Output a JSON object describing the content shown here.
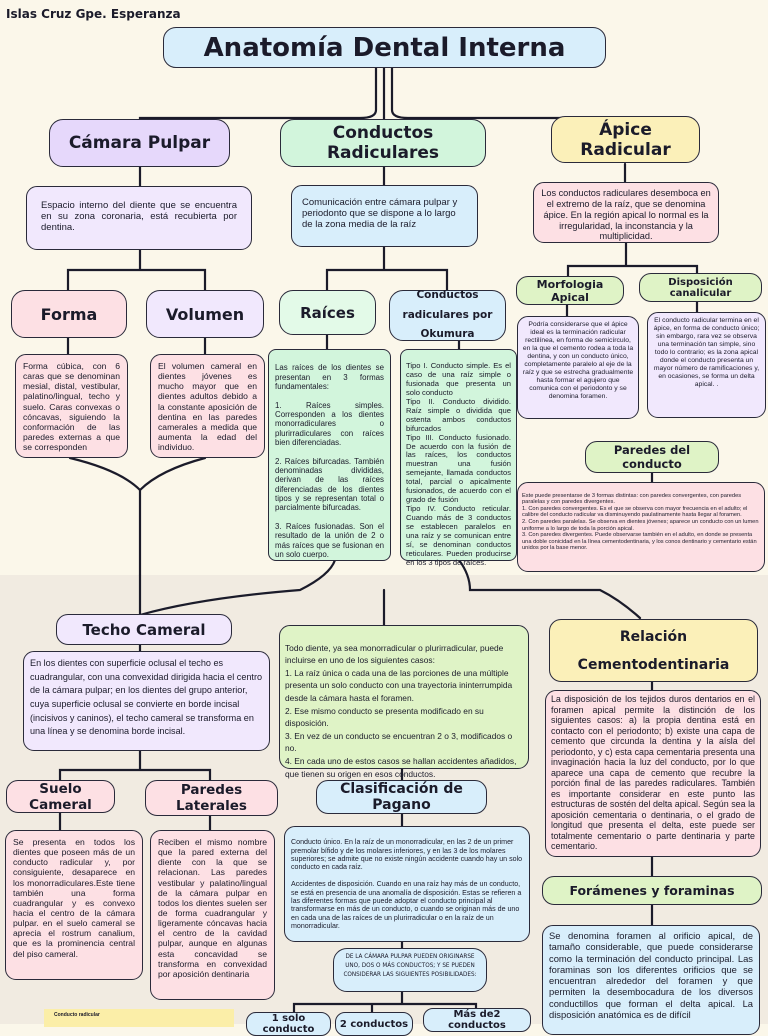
{
  "author": "Islas Cruz Gpe. Esperanza",
  "title": "Anatomía Dental Interna",
  "camara": {
    "title": "Cámara Pulpar",
    "desc": "Espacio interno del diente que se encuentra en su zona coronaria, está recubierta por dentina.",
    "forma": {
      "title": "Forma",
      "text": "Forma cúbica, con 6 caras que se denominan mesial, distal, vestibular, palatino/lingual, techo y suelo. Caras convexas o cóncavas, siguiendo la conformación de las paredes externas a que se corresponden"
    },
    "volumen": {
      "title": "Volumen",
      "text": "El volumen cameral en dientes jóvenes es mucho mayor que en dientes adultos debido a la constante aposición de dentina en las paredes camerales a medida que aumenta la edad del individuo."
    }
  },
  "conductos": {
    "title": "Conductos Radiculares",
    "desc": "Comunicación entre cámara pulpar y periodonto que se dispone a lo largo de la zona media de la raíz",
    "raices": {
      "title": "Raíces",
      "text": "Las raíces de los dientes se presentan en 3 formas fundamentales:\n\n1. Raíces simples. Corresponden a los dientes monorradiculares o plurirradiculares con raíces bien diferenciadas.\n\n2. Raíces bifurcadas. También denominadas divididas, derivan de las raíces diferenciadas de los dientes tipos y se representan total o parcialmente bifurcadas.\n\n3. Raíces fusionadas. Son el resultado de la unión de 2 o más raíces que se fusionan en un solo cuerpo."
    },
    "okumura": {
      "title": "Conductos radiculares por Okumura",
      "text": "Tipo I. Conducto simple. Es el caso de una raíz simple o fusionada que presenta un solo conducto\nTipo II. Conducto dividido. Raíz simple o dividida que ostenta ambos conductos bifurcados\nTipo III. Conducto fusionado. De acuerdo con la fusión de las raíces, los conductos muestran una fusión semejante, llamada conductos total, parcial o apicalmente fusionados, de acuerdo con el grado de fusión\nTipo IV. Conducto reticular. Cuando más de 3 conductos se establecen paralelos en una raíz y se comunican entre sí, se denominan conductos reticulares. Pueden producirse en los 3 tipos de raíces."
    }
  },
  "apice": {
    "title": "Ápice Radicular",
    "desc": "Los conductos radiculares desemboca en el extremo de la raíz, que se denomina ápice. En la región apical lo normal es la irregularidad, la inconstancia y la multiplicidad.",
    "morfologia": {
      "title": "Morfologia Apical",
      "text": "Podría considerarse que el ápice ideal es la terminación radicular rectilínea, en forma de semicírculo, en la que el cemento rodea a toda la dentina, y con un conducto único, completamente paralelo al eje de la raíz y que se estrecha gradualmente hasta formar el agujero que comunica con el periodonto y se denomina foramen."
    },
    "canalicular": {
      "title": "Disposición canalicular",
      "text": "El conducto radicular termina en el ápice, en forma de conducto único; sin embargo, rara vez se observa una terminación tan simple, sino todo lo contrario; es la zona apical donde el conducto presenta un mayor número de ramificaciones y, en ocasiones, se forma un delta apical. ."
    },
    "paredes": {
      "title": "Paredes del conducto",
      "text": "Este puede presentarse de 3 formas distintas: con paredes convergentes, con paredes paralelas y con paredes divergentes.\n1. Con paredes convergentes. Es el que se observa con mayor frecuencia en el adulto; el calibre del conducto radicular va disminuyendo paulatinamente hasta llegar al foramen.\n2. Con paredes paralelas. Se observa en dientes jóvenes; aparece un conducto con un lumen uniforme a lo largo de toda la porción apical.\n3. Con paredes divergentes. Puede observarse también en el adulto, en donde se presenta una doble conicidad en la línea cementodentinaria, y los conos dentinario y cementario están unidos por la base menor."
    }
  },
  "techo": {
    "title": "Techo Cameral",
    "text": "En los dientes con superficie oclusal el techo es cuadrangular, con una convexidad dirigida hacia el centro de la cámara pulpar; en los dientes del grupo anterior, cuya superficie oclusal se convierte en borde incisal (incisivos y caninos), el techo cameral se transforma en una línea y se denomina borde incisal."
  },
  "suelo": {
    "title": "Suelo Cameral",
    "text": "Se presenta en todos los dientes que poseen más de un conducto radicular y, por consiguiente, desaparece en los monorradiculares.Este tiene también una forma cuadrangular y es convexo hacia el centro de la cámara pulpar. en el suelo cameral se aprecia el rostrum canalium, que es la prominencia central del piso cameral."
  },
  "laterales": {
    "title": "Paredes Laterales",
    "text": "Reciben el mismo nombre que la pared externa del diente con la que se relacionan. Las paredes vestibular y palatino/lingual de la cámara pulpar en todos los dientes suelen ser de forma cuadrangular y ligeramente cóncavas hacia el centro de la cavidad pulpar, aunque en algunas esta concavidad se transforma en convexidad por aposición dentinaria"
  },
  "casos": {
    "text": "Todo diente, ya sea monorradicular o plurirradicular, puede incluirse en uno de los siguientes casos:\n1. La raíz única o cada una de las porciones de una múltiple presenta un solo conducto con una trayectoria ininterrumpida desde la cámara hasta el foramen.\n2. Ese mismo conducto se presenta modificado en su disposición.\n3. En vez de un conducto se encuentran 2 o 3, modificados o no.\n4. En cada uno de estos casos se hallan accidentes añadidos, que tienen su origen en esos conductos."
  },
  "pagano": {
    "title": "Clasificación de Pagano",
    "text": "Conducto único. En la raíz de un monorradicular, en las 2 de un primer premolar bífido y de los molares inferiores, y en las 3 de los molares superiores; se admite que no existe ningún accidente cuando hay un solo conducto en cada raíz.\n\nAccidentes de disposición. Cuando en una raíz hay más de un conducto, se está en presencia de una anomalía de disposición. Estas se refieren a las diferentes formas que puede adoptar el conducto principal al transformarse en más de un conducto, o cuando se originan más de uno en cada una de las raíces de un plurirradicular o en la raíz de un monorradicular.",
    "posibilidades": "DE LA CÁMARA PULPAR PUEDEN ORIGINARSE UNO, DOS O MÁS CONDUCTOS; Y SE PUEDEN CONSIDERAR LAS SIGUIENTES POSIBILIDADES:",
    "opciones": [
      "1 solo conducto",
      "2 conductos",
      "Más de2 conductos"
    ]
  },
  "relacion": {
    "title": "Relación Cementodentinaria",
    "text": "La disposición de los tejidos duros dentarios en el foramen apical permite la distinción de los siguientes casos: a) la propia dentina está en contacto con el periodonto; b) existe una capa de cemento que circunda la dentina y la aísla del periodonto, y c) esta capa cementaria presenta una invaginación hacia la luz del conducto, por lo que aparece una capa de cemento que recubre la porción final de las paredes radiculares. También es importante considerar en este punto las estructuras de sostén del delta apical. Según sea la aposición cementaria o dentinaria, o el grado de longitud que presenta el delta, este puede ser totalmente cementario o parte dentinaria y parte cementario."
  },
  "foramenes": {
    "title": "Forámenes y foraminas",
    "text": "Se denomina foramen al orificio apical, de tamaño considerable, que puede considerarse como la terminación del conducto principal. Las foraminas son los diferentes orificios que se encuentran alrededor del foramen y que permiten la desembocadura de los diversos conductillos que forman el delta apical. La disposición anatómica es de difícil"
  },
  "thumbnail": {
    "label": "Conducto radicular"
  },
  "colors": {
    "lavender": "#e6d8fb",
    "mint": "#d2f5dc",
    "yellow": "#fbf0b9",
    "pink": "#fde0e4",
    "blue": "#d8eefb",
    "green": "#dff3c6"
  }
}
